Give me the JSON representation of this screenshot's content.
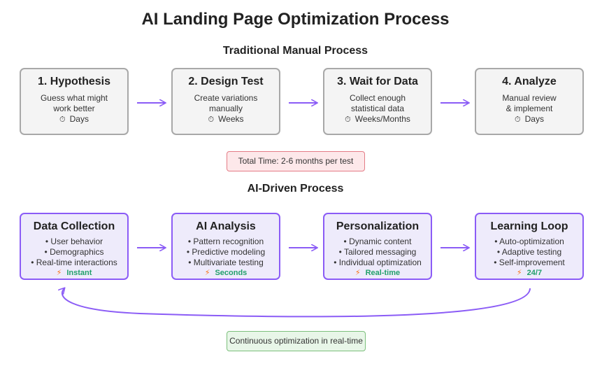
{
  "title": "AI Landing Page Optimization Process",
  "traditional": {
    "heading": "Traditional Manual Process",
    "steps": [
      {
        "title": "1. Hypothesis",
        "desc": [
          "Guess what might",
          "work better"
        ],
        "time": "Days"
      },
      {
        "title": "2. Design Test",
        "desc": [
          "Create variations",
          "manually"
        ],
        "time": "Weeks"
      },
      {
        "title": "3. Wait for Data",
        "desc": [
          "Collect enough",
          "statistical data"
        ],
        "time": "Weeks/Months"
      },
      {
        "title": "4. Analyze",
        "desc": [
          "Manual review",
          "& implement"
        ],
        "time": "Days"
      }
    ],
    "total_time": "Total Time: 2-6 months per test"
  },
  "ai": {
    "heading": "AI-Driven Process",
    "steps": [
      {
        "title": "Data Collection",
        "bullets": [
          "• User behavior",
          "• Demographics",
          "• Real-time interactions"
        ],
        "time": "Instant"
      },
      {
        "title": "AI Analysis",
        "bullets": [
          "• Pattern recognition",
          "• Predictive modeling",
          "• Multivariate testing"
        ],
        "time": "Seconds"
      },
      {
        "title": "Personalization",
        "bullets": [
          "• Dynamic content",
          "• Tailored messaging",
          "• Individual optimization"
        ],
        "time": "Real-time"
      },
      {
        "title": "Learning Loop",
        "bullets": [
          "• Auto-optimization",
          "• Adaptive testing",
          "• Self-improvement"
        ],
        "time": "24/7"
      }
    ],
    "loop_label": "Continuous optimization in real-time"
  },
  "colors": {
    "trad_border": "#a8a8a8",
    "ai_border": "#8b5cf6",
    "arrow": "#8b5cf6",
    "fast_time": "#22a06b",
    "bolt": "#f97316"
  },
  "icons": {
    "clock": "stopwatch-icon",
    "fast": "lightning-icon"
  }
}
